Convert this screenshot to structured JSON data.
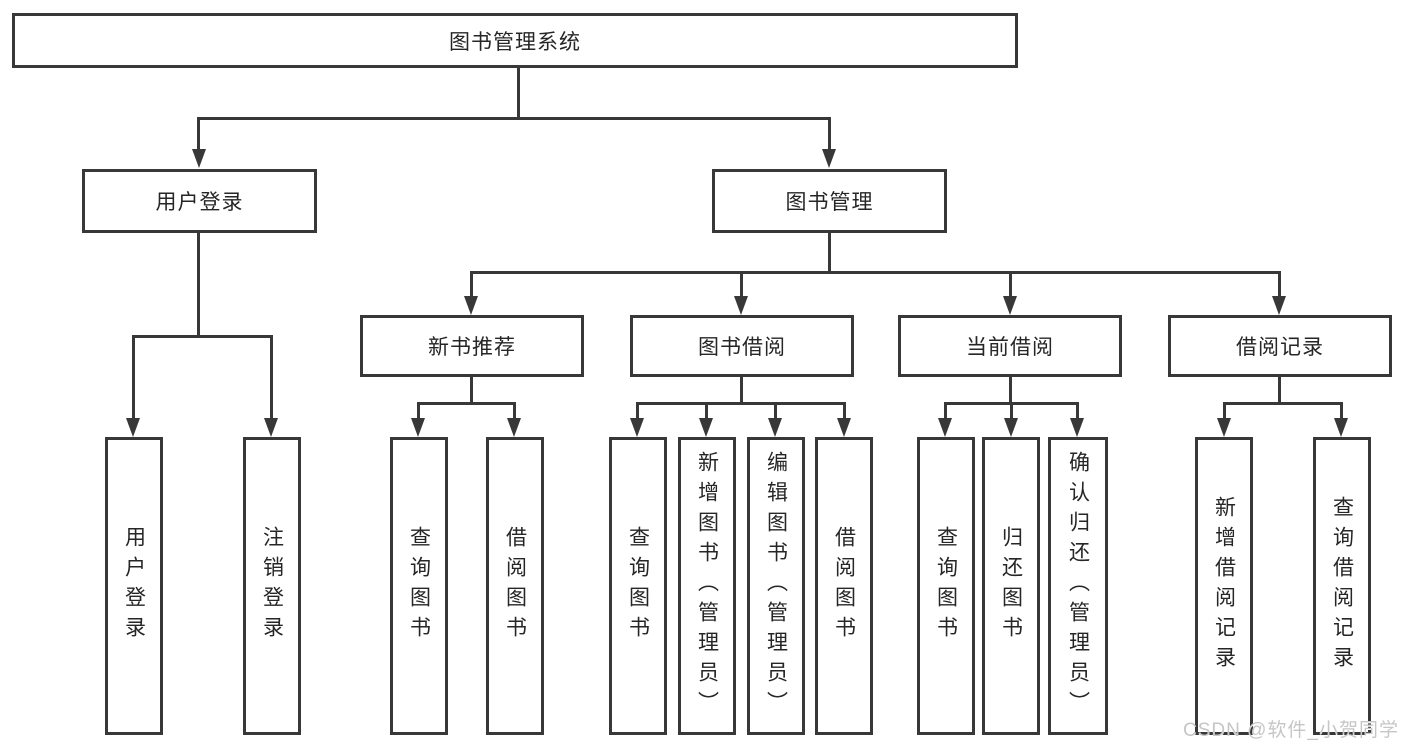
{
  "tree": {
    "root": "图书管理系统",
    "user_branch": {
      "label": "用户登录",
      "children": [
        "用户登录",
        "注销登录"
      ]
    },
    "mgmt_branch": {
      "label": "图书管理",
      "groups": [
        {
          "label": "新书推荐",
          "children": [
            "查询图书",
            "借阅图书"
          ]
        },
        {
          "label": "图书借阅",
          "children": [
            "查询图书",
            "新增图书（管理员）",
            "编辑图书（管理员）",
            "借阅图书"
          ]
        },
        {
          "label": "当前借阅",
          "children": [
            "查询图书",
            "归还图书",
            "确认归还（管理员）"
          ]
        },
        {
          "label": "借阅记录",
          "children": [
            "新增借阅记录",
            "查询借阅记录"
          ]
        }
      ]
    }
  },
  "colors": {
    "line": "#383838",
    "text": "#262626",
    "watermark": "#c6c6c6",
    "background": "#ffffff"
  },
  "watermark": "CSDN @软件_小贺同学"
}
